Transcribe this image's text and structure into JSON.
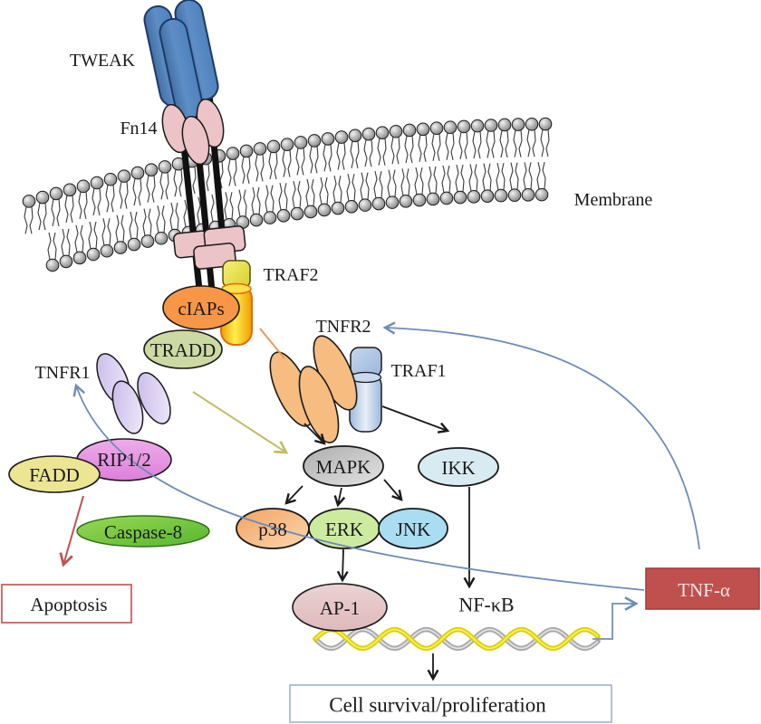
{
  "figure": {
    "kind": "cell-signaling-pathway-diagram",
    "subject": "TWEAK/Fn14 receptor signaling leading to apoptosis, TNF-alpha production and cell survival/proliferation"
  },
  "labels": {
    "tweak": "TWEAK",
    "fn14": "Fn14",
    "membrane": "Membrane",
    "traf2": "TRAF2",
    "ciaps": "cIAPs",
    "tradd": "TRADD",
    "tnfr1": "TNFR1",
    "tnfr2": "TNFR2",
    "traf1": "TRAF1",
    "rip12": "RIP1/2",
    "fadd": "FADD",
    "caspase8": "Caspase-8",
    "apoptosis": "Apoptosis",
    "mapk": "MAPK",
    "ikk": "IKK",
    "p38": "p38",
    "erk": "ERK",
    "jnk": "JNK",
    "ap1": "AP-1",
    "nfkb": "NF-κB",
    "tnfa": "TNF-α",
    "cell_survival": "Cell survival/proliferation"
  },
  "palette": {
    "tweak_blue": "#4f81bd",
    "receptor_pink": "#ecc3c7",
    "membrane_gray": "#9a9a9a",
    "traf2_yellow": "#ffd71e",
    "ciaps_orange": "#f79646",
    "tradd_green": "#ccd9a2",
    "tnfr1_lavender": "#d3c6ee",
    "rip_violet": "#e38ee3",
    "fadd_khaki": "#ece592",
    "caspase_green": "#6dc53e",
    "mapk_gray": "#c9c9c9",
    "ikk_blue": "#d8eaf2",
    "p38_orange": "#f6b279",
    "erk_green": "#cdeb9e",
    "jnk_cyan": "#a9ddf2",
    "ap1_pink": "#e7c6c8",
    "tnfr2_orange": "#f6bc80",
    "traf1_blue": "#b9cce6",
    "tnfa_red": "#c0504d",
    "apoptosis_border": "#c0504d",
    "survival_border": "#9cb3cc",
    "signal_blue": "#6d8cb8",
    "arrow_olive": "#c2bc68",
    "arrow_orange": "#ed9a55",
    "arrow_red": "#c05050",
    "arrow_black": "#1a1a1a",
    "dna_yellow": "#ddd000",
    "dna_gray": "#a8a8a8"
  }
}
